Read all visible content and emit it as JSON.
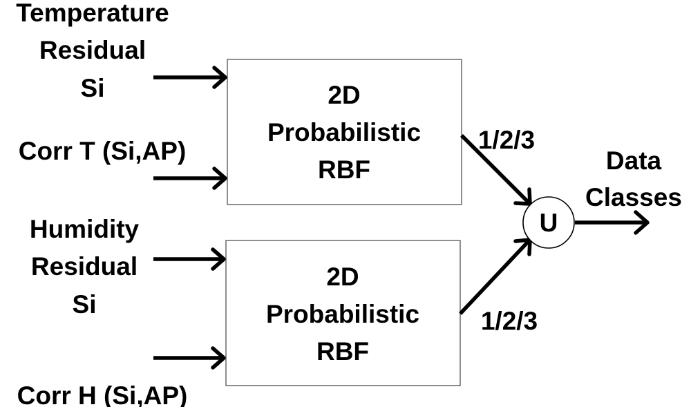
{
  "inputs": {
    "temperature_residual": [
      "Temperature",
      "Residual",
      "Si"
    ],
    "corr_t": "Corr T (Si,AP)",
    "humidity_residual": [
      "Humidity",
      "Residual",
      "Si"
    ],
    "corr_h": "Corr H (Si,AP)"
  },
  "blocks": [
    {
      "lines": [
        "2D",
        "Probabilistic",
        "RBF"
      ]
    },
    {
      "lines": [
        "2D",
        "Probabilistic",
        "RBF"
      ]
    }
  ],
  "outputs": {
    "top_label": "1/2/3",
    "bottom_label": "1/2/3"
  },
  "union": {
    "symbol": "U"
  },
  "result": [
    "Data",
    "Classes"
  ]
}
